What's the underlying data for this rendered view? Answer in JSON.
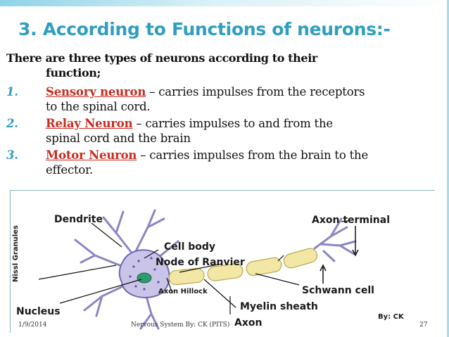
{
  "title": "3. According to  Functions of neurons:-",
  "intro": {
    "line1": "There are three types of neurons according to  their",
    "line2": "function;"
  },
  "items": [
    {
      "num": "1.",
      "term": "Sensory neuron",
      "rest": " – carries impulses from the receptors",
      "cont": "to the spinal cord."
    },
    {
      "num": "2.",
      "term": "Relay Neuron",
      "rest": " – carries impulses to and from the",
      "cont": "spinal cord and the brain"
    },
    {
      "num": "3.",
      "term": "Motor Neuron",
      "rest": " – carries impulses from the brain to the",
      "cont": "effector."
    }
  ],
  "figure_labels": {
    "dendrite": "Dendrite",
    "nissl": "Nissl Granules",
    "cell_body": "Cell body",
    "node": "Node of Ranvier",
    "axon_terminal": "Axon terminal",
    "schwann": "Schwann cell",
    "nucleus": "Nucleus",
    "hillock": "Axon Hillock",
    "myelin": "Myelin sheath",
    "axon": "Axon",
    "credit": "By: CK"
  },
  "footer": {
    "date": "1/9/2014",
    "center": "Nervous System By: CK (PITS)",
    "page": "27"
  },
  "colors": {
    "title": "#2f9ec0",
    "term": "#c62b1e",
    "cell": "#c9c4e8",
    "myelin": "#f3e7a6"
  }
}
